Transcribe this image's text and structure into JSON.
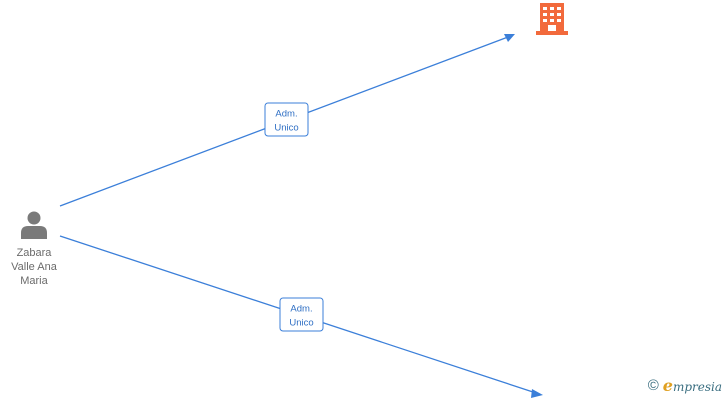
{
  "person": {
    "name_lines": [
      "Zabara",
      "Valle Ana",
      "Maria"
    ],
    "icon": "person-icon",
    "icon_color": "#7a7a7a"
  },
  "company": {
    "icon": "building-icon",
    "icon_color": "#f26a3c"
  },
  "relations": [
    {
      "label_lines": [
        "Adm.",
        "Unico"
      ],
      "target": "company"
    },
    {
      "label_lines": [
        "Adm.",
        "Unico"
      ],
      "target": "offscreen"
    }
  ],
  "edge_color": "#3b7fd9",
  "footer": {
    "copyright": "©",
    "brand_initial": "e",
    "brand_rest": "mpresia"
  }
}
